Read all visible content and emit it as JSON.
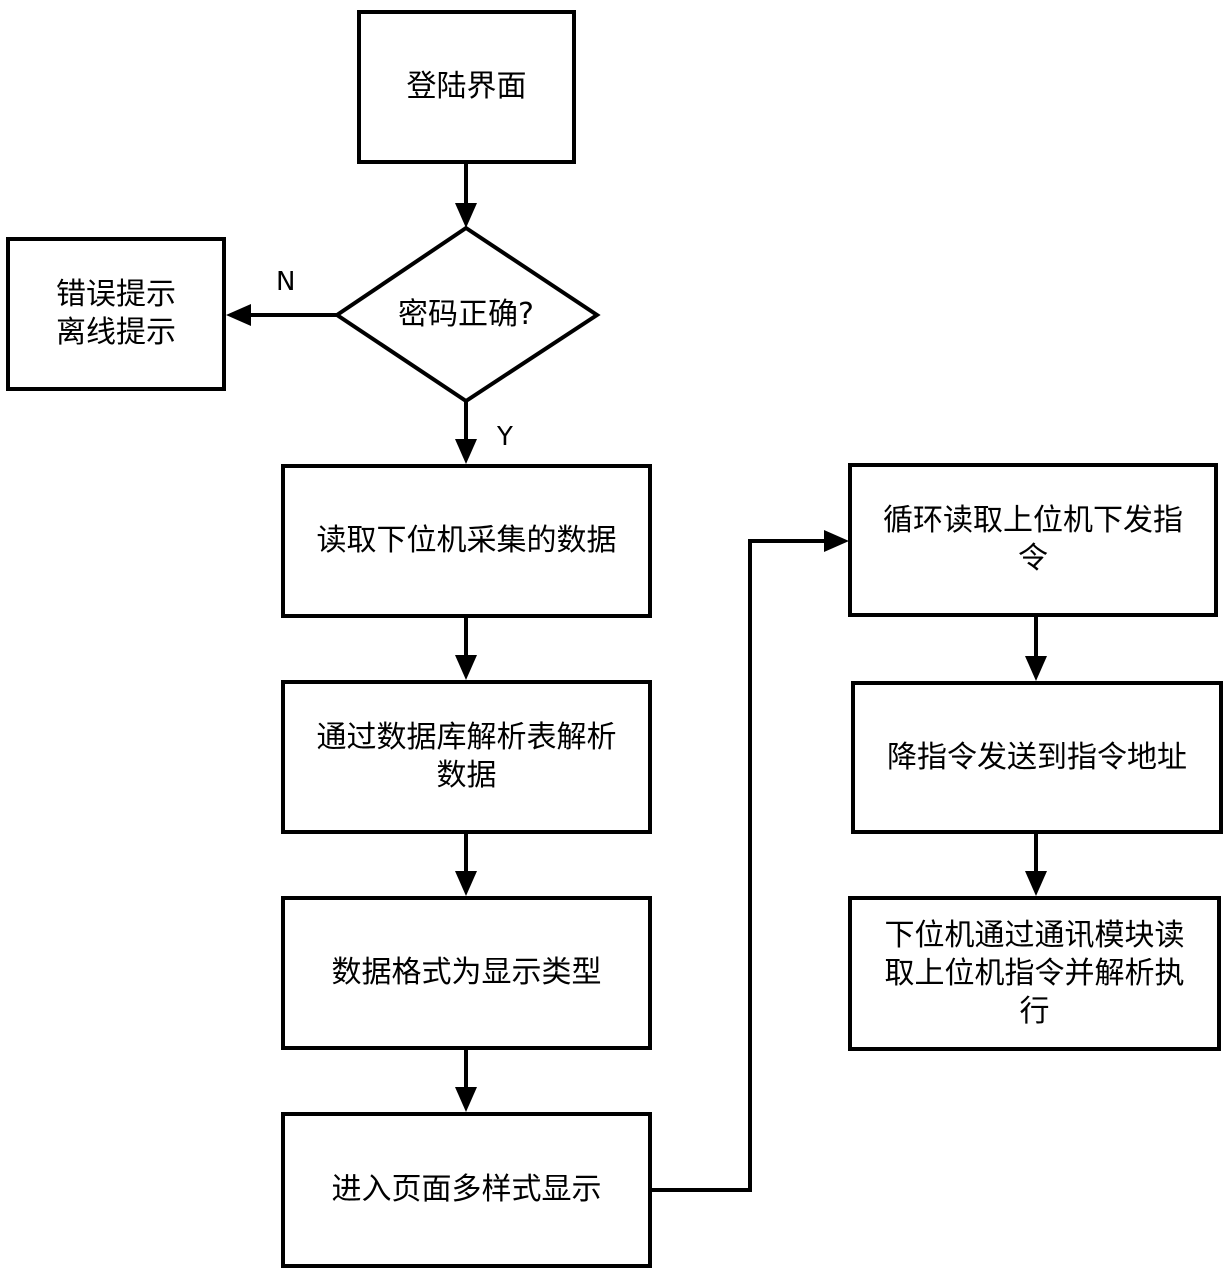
{
  "nodes": {
    "login": {
      "text": "登陆界面"
    },
    "password_check": {
      "text": "密码正确?"
    },
    "error": {
      "line1": "错误提示",
      "line2": "离线提示"
    },
    "read_data": {
      "text": "读取下位机采集的数据"
    },
    "parse": {
      "text": "通过数据库解析表解析数据"
    },
    "format": {
      "text": "数据格式为显示类型"
    },
    "display": {
      "text": "进入页面多样式显示"
    },
    "loop_read": {
      "text": "循环读取上位机下发指令"
    },
    "send_cmd": {
      "text": "降指令发送到指令地址"
    },
    "execute": {
      "text": "下位机通过通讯模块读取上位机指令并解析执行"
    }
  },
  "edges": {
    "no_label": "N",
    "yes_label": "Y"
  }
}
